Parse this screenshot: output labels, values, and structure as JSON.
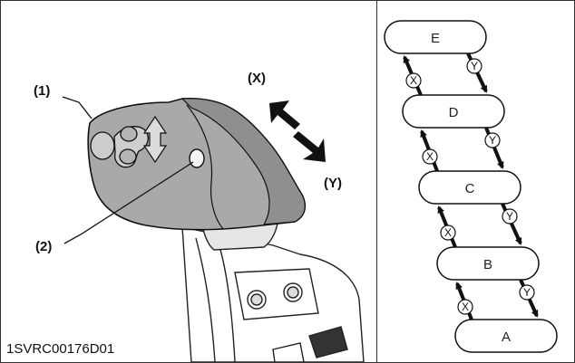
{
  "callouts": {
    "lever": "(1)",
    "button": "(2)"
  },
  "directions": {
    "x": "(X)",
    "y": "(Y)"
  },
  "figure_code": "1SVRC00176D01",
  "states": [
    "E",
    "D",
    "C",
    "B",
    "A"
  ],
  "transition_marks": {
    "up": "X",
    "down": "Y"
  },
  "colors": {
    "lever_fill": "#a9a9a9",
    "lever_dark": "#7d7d7d",
    "outline": "#111111"
  }
}
